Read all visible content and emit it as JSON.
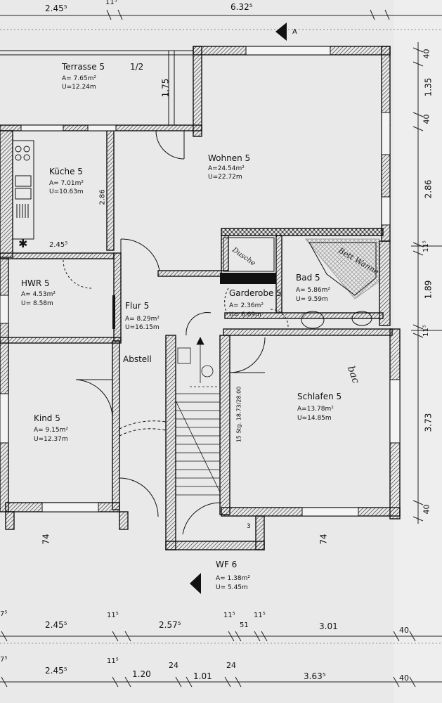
{
  "rooms": {
    "terrasse": {
      "name": "Terrasse 5",
      "fraction": "1/2",
      "area": "A=  7.65m²",
      "perimeter": "U=12.24m"
    },
    "wohnen": {
      "name": "Wohnen 5",
      "area": "A=24.54m²",
      "perimeter": "U=22.72m"
    },
    "kueche": {
      "name": "Küche 5",
      "area": "A=  7.01m²",
      "perimeter": "U=10.63m"
    },
    "hwr": {
      "name": "HWR 5",
      "area": "A=  4.53m²",
      "perimeter": "U=  8.58m"
    },
    "flur": {
      "name": "Flur 5",
      "area": "A=  8.29m²",
      "perimeter": "U=16.15m"
    },
    "garderobe": {
      "name": "Garderobe 5",
      "area": "A=  2.36m²",
      "perimeter": "U=  6.69m"
    },
    "bad": {
      "name": "Bad 5",
      "area": "A=  5.86m²",
      "perimeter": "U=  9.59m"
    },
    "schlafen": {
      "name": "Schlafen 5",
      "area": "A=13.78m²",
      "perimeter": "U=14.85m"
    },
    "kind": {
      "name": "Kind 5",
      "area": "A=  9.15m²",
      "perimeter": "U=12.37m"
    },
    "wf": {
      "name": "WF 6",
      "area": "A=  1.38m²",
      "perimeter": "U=  5.45m"
    },
    "abstell": {
      "name": "Abstell"
    }
  },
  "stair_label": "15 Stg. 18.73/28.00",
  "section_marker": "A",
  "stair_step_mark": "3",
  "dims": {
    "top": [
      "2.45⁵",
      "11⁵",
      "6.32⁵"
    ],
    "right": [
      "40",
      "1.35",
      "40",
      "2.86",
      "11⁵",
      "1.89",
      "11⁵",
      "3.73",
      "40"
    ],
    "terrasse_depth": "1.75",
    "kueche_width": "2.86",
    "kueche_bottom": "2.45⁵",
    "bottom_row1": [
      "7⁵",
      "2.45⁵",
      "11⁵",
      "2.57⁵",
      "11⁵",
      "51",
      "11⁵",
      "3.01",
      "40"
    ],
    "bottom_row2": [
      "7⁵",
      "2.45⁵",
      "11⁵",
      "1.20",
      "24",
      "1.01",
      "24",
      "3.63⁵",
      "40"
    ],
    "left_74": "74",
    "right_74": "74"
  },
  "handwriting": {
    "dusche": "Dusche",
    "bad_note": "Bett Wanne",
    "schlafen_note": "bac"
  }
}
